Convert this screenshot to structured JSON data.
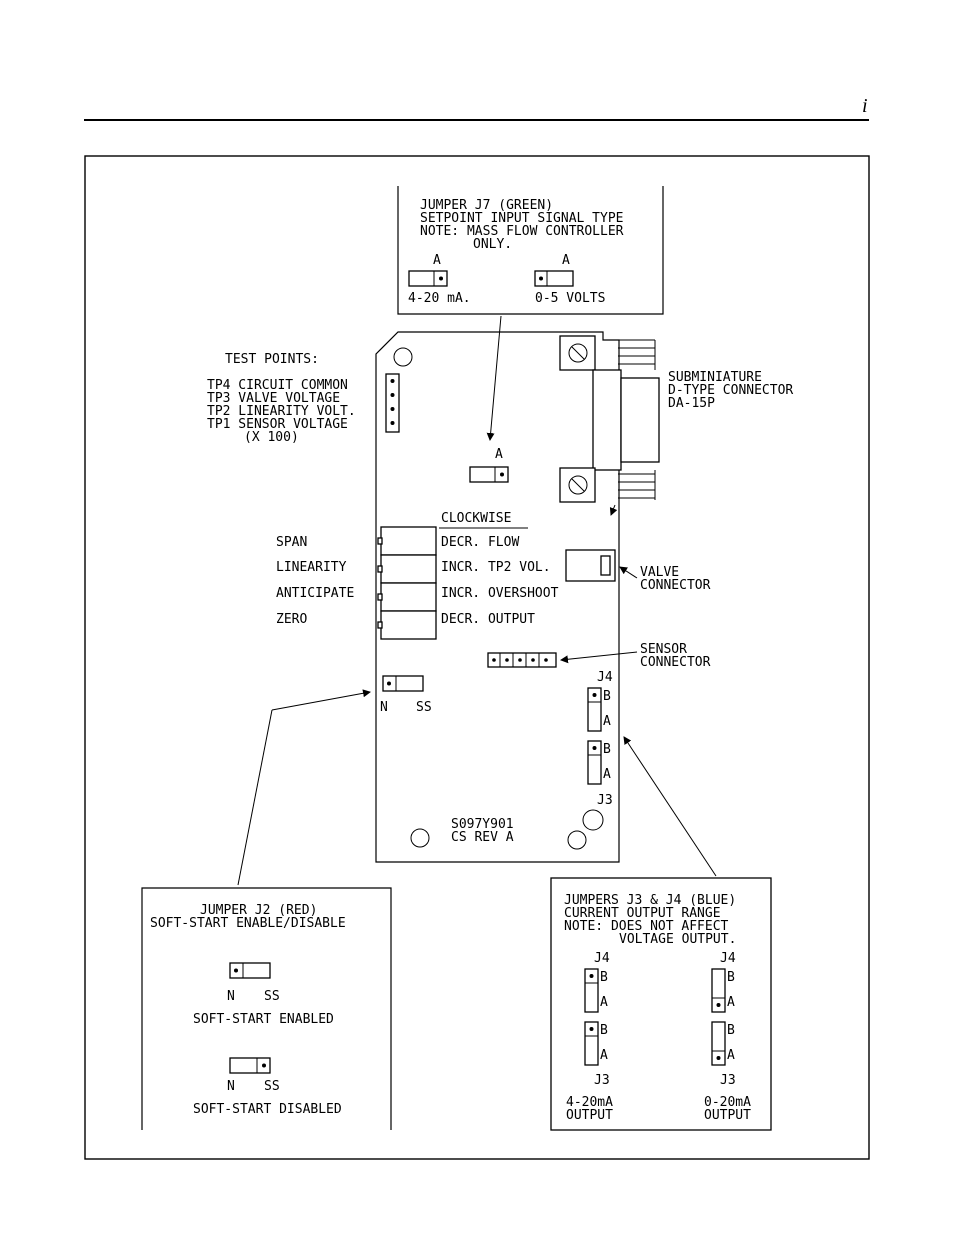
{
  "page": {
    "number": "i"
  },
  "j7": {
    "title": "JUMPER J7 (GREEN)",
    "line2": "SETPOINT INPUT SIGNAL TYPE",
    "line3": "NOTE: MASS FLOW CONTROLLER",
    "line4": "ONLY.",
    "a_left": "A",
    "a_right": "A",
    "opt_left": "4-20 mA.",
    "opt_right": "0-5 VOLTS"
  },
  "test_points": {
    "heading": "TEST POINTS:",
    "tp4": "TP4 CIRCUIT COMMON",
    "tp3": "TP3 VALVE VOLTAGE",
    "tp2": "TP2 LINEARITY VOLT.",
    "tp1": "TP1 SENSOR VOLTAGE",
    "tp1_note": "(X 100)"
  },
  "connector": {
    "line1": "SUBMINIATURE",
    "line2": "D-TYPE CONNECTOR",
    "line3": "DA-15P"
  },
  "board": {
    "j7_a": "A",
    "clockwise": "CLOCKWISE",
    "part_no": "S097Y901",
    "rev": "CS REV  A",
    "j4": "J4",
    "j3": "J3",
    "b1": "B",
    "a1": "A",
    "b2": "B",
    "a2": "A",
    "j2_n": "N",
    "j2_ss": "SS"
  },
  "pots": [
    {
      "name": "SPAN",
      "action": "DECR. FLOW"
    },
    {
      "name": "LINEARITY",
      "action": "INCR. TP2 VOL."
    },
    {
      "name": "ANTICIPATE",
      "action": "INCR. OVERSHOOT"
    },
    {
      "name": "ZERO",
      "action": "DECR. OUTPUT"
    }
  ],
  "valve": {
    "line1": "VALVE",
    "line2": "CONNECTOR"
  },
  "sensor": {
    "line1": "SENSOR",
    "line2": "CONNECTOR"
  },
  "j2": {
    "title": "JUMPER J2 (RED)",
    "line2": "SOFT-START ENABLE/DISABLE",
    "n1": "N",
    "ss1": "SS",
    "enabled": "SOFT-START ENABLED",
    "n2": "N",
    "ss2": "SS",
    "disabled": "SOFT-START DISABLED"
  },
  "j34": {
    "title": "JUMPERS J3 & J4 (BLUE)",
    "line2": "CURRENT OUTPUT RANGE",
    "line3": "NOTE: DOES NOT AFFECT",
    "line4": "VOLTAGE OUTPUT.",
    "left_j4": "J4",
    "left_b1": "B",
    "left_a1": "A",
    "left_b2": "B",
    "left_a2": "A",
    "left_j3": "J3",
    "left_out1": "4-20mA",
    "left_out2": "OUTPUT",
    "right_j4": "J4",
    "right_b1": "B",
    "right_a1": "A",
    "right_b2": "B",
    "right_a2": "A",
    "right_j3": "J3",
    "right_out1": "0-20mA",
    "right_out2": "OUTPUT"
  }
}
